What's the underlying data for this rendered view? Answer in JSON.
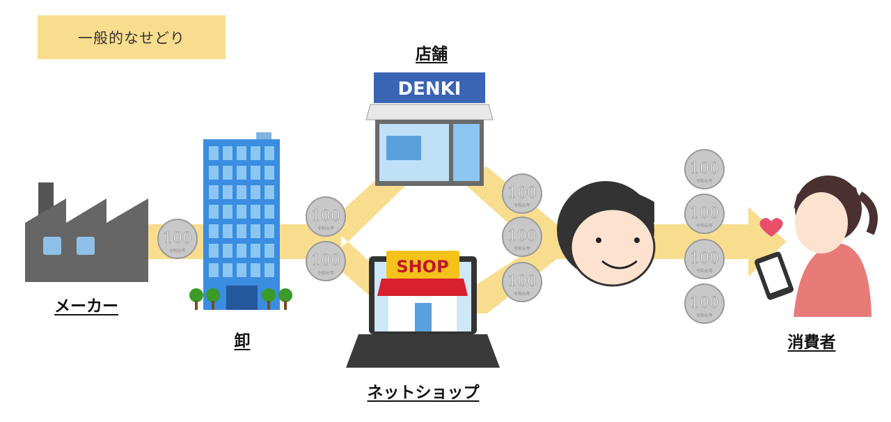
{
  "title": "一般的なせどり",
  "nodes": {
    "maker": "メーカー",
    "wholesaler": "卸",
    "store": "店舗",
    "netshop": "ネットショップ",
    "consumer": "消費者"
  },
  "store_sign": "DENKI",
  "shop_sign": "SHOP",
  "coin": {
    "value": "100",
    "inscription": "令和元年"
  },
  "colors": {
    "flow": "#f9dd8f",
    "title_bg": "#f9dd8f",
    "coin": "#c8c8c8",
    "store_sign": "#3a64b4",
    "shop_sign": "#f5c21a"
  }
}
